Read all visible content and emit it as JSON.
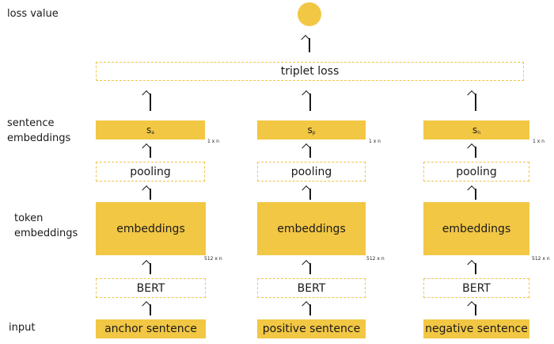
{
  "labels": {
    "loss_value": "loss value",
    "sentence_embeddings": "sentence embeddings",
    "token_embeddings": "token embeddings",
    "input": "input"
  },
  "triplet_loss": "triplet loss",
  "columns": [
    {
      "input": "anchor sentence",
      "bert": "BERT",
      "embeddings": "embeddings",
      "embeddings_dim": "512 x n",
      "pooling": "pooling",
      "vector_base": "s",
      "vector_sub": "a",
      "vector_dim": "1 x n"
    },
    {
      "input": "positive sentence",
      "bert": "BERT",
      "embeddings": "embeddings",
      "embeddings_dim": "512 x n",
      "pooling": "pooling",
      "vector_base": "s",
      "vector_sub": "p",
      "vector_dim": "1 x n"
    },
    {
      "input": "negative sentence",
      "bert": "BERT",
      "embeddings": "embeddings",
      "embeddings_dim": "512 x n",
      "pooling": "pooling",
      "vector_base": "s",
      "vector_sub": "n",
      "vector_dim": "1 x n"
    }
  ],
  "colors": {
    "fill": "#f2c744",
    "dashed_border": "#f0c545",
    "text": "#1a1a1a"
  }
}
